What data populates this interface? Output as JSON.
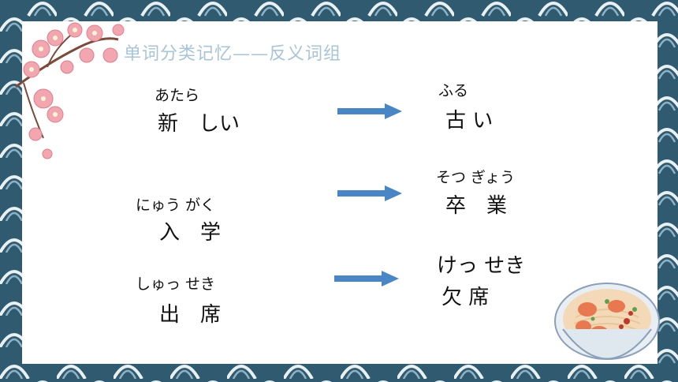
{
  "slide": {
    "title": "单词分类记忆——反义词组",
    "pairs": [
      {
        "left": {
          "reading": "あたら",
          "word": "新　しい"
        },
        "right": {
          "reading": "ふる",
          "word": "古 い"
        }
      },
      {
        "left": {
          "reading": "にゅう がく",
          "word": "入　学"
        },
        "right": {
          "reading": "そつ ぎょう",
          "word": "卒　業"
        }
      },
      {
        "left": {
          "reading": "しゅっ せき",
          "word": "出　席"
        },
        "right": {
          "reading": "けっ せき",
          "word": "欠 席"
        }
      }
    ]
  },
  "colors": {
    "wave_dark": "#2f5a70",
    "wave_light": "#e8f0f2",
    "title": "#a8c4d6",
    "arrow": "#4a86c5",
    "blossom": "#f2a6b0"
  },
  "icons": {
    "top_left": "cherry-blossom-icon",
    "bottom_right": "ramen-bowl-icon",
    "arrows": "right-arrow-icon"
  }
}
